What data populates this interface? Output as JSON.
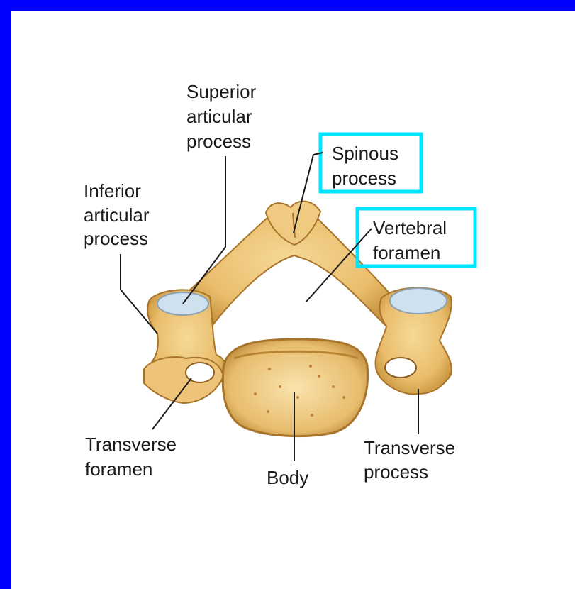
{
  "diagram": {
    "labels": {
      "superior_articular_process": [
        "Superior",
        "articular",
        "process"
      ],
      "inferior_articular_process": [
        "Inferior",
        "articular",
        "process"
      ],
      "spinous_process": [
        "Spinous",
        "process"
      ],
      "vertebral_foramen": [
        "Vertebral",
        "foramen"
      ],
      "transverse_foramen": [
        "Transverse",
        "foramen"
      ],
      "body": [
        "Body"
      ],
      "transverse_process": [
        "Transverse",
        "process"
      ]
    },
    "colors": {
      "border": "#0000ff",
      "background": "#ffffff",
      "highlight_box": "#00e5ff",
      "bone": "#e9bd6c",
      "bone_shadow": "#c9953f",
      "facet": "#cfe0ee",
      "leader_line": "#1a1a1a"
    }
  }
}
